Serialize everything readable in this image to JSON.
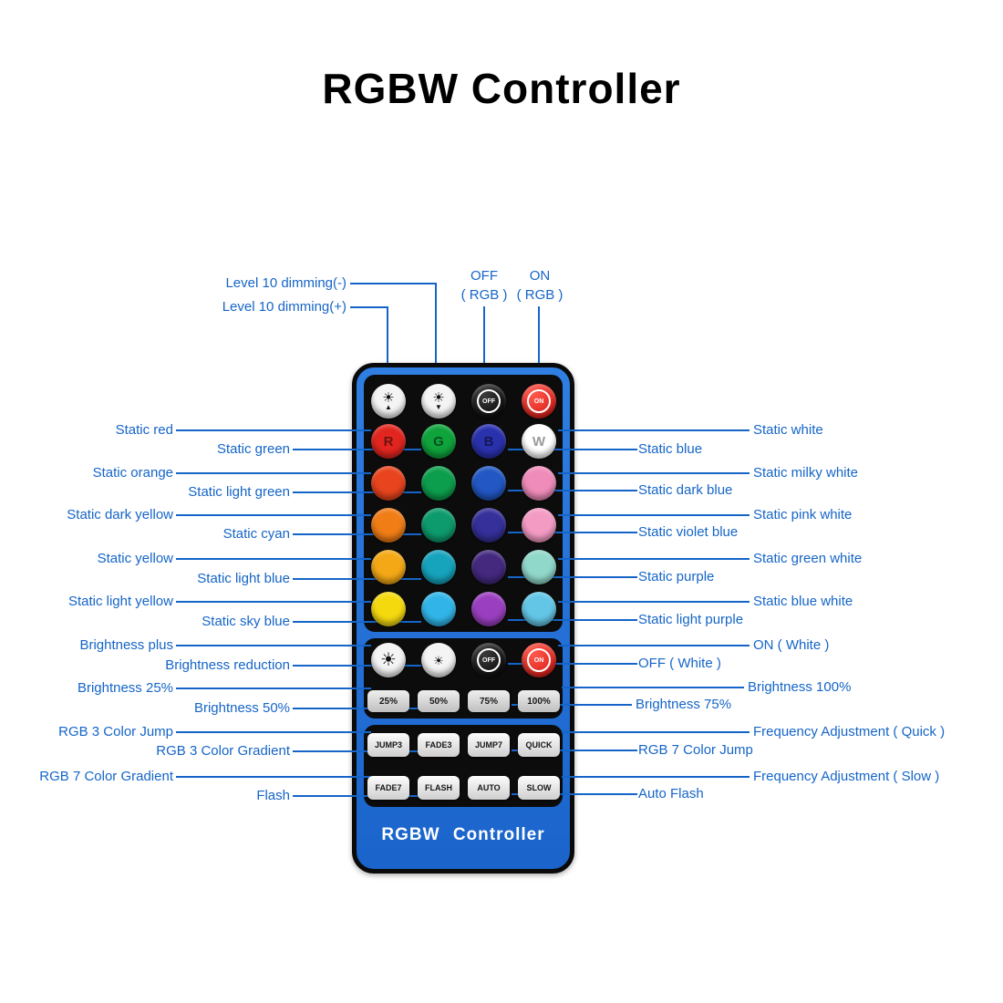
{
  "title": "RGBW Controller",
  "theme": {
    "callout_color": "#1565c8",
    "remote_body_color": "#1e6fd8",
    "panel_color": "#0d0d0d",
    "on_button_color": "#d40f0a"
  },
  "icons": {
    "sun": "☀",
    "arrow_up": "▲",
    "arrow_down": "▼"
  },
  "remote": {
    "brand": "RGBW Controller",
    "top_row": [
      {
        "icon": "sun-up-icon",
        "sun": "☀",
        "arrow": "▲"
      },
      {
        "icon": "sun-down-icon",
        "sun": "☀",
        "arrow": "▼"
      },
      {
        "label": "OFF"
      },
      {
        "label": "ON"
      }
    ],
    "color_rows": [
      [
        {
          "label": "R",
          "color": "#e2261f"
        },
        {
          "label": "G",
          "color": "#0fa33c"
        },
        {
          "label": "B",
          "color": "#2a31ad"
        },
        {
          "label": "W",
          "color": "#ffffff"
        }
      ],
      [
        {
          "color": "#e8441d"
        },
        {
          "color": "#0d9e4d"
        },
        {
          "color": "#2257c4"
        },
        {
          "color": "#f08cba"
        }
      ],
      [
        {
          "color": "#f07d16"
        },
        {
          "color": "#0d9a6c"
        },
        {
          "color": "#35309a"
        },
        {
          "color": "#f49bc4"
        }
      ],
      [
        {
          "color": "#f4a816"
        },
        {
          "color": "#16a3bc"
        },
        {
          "color": "#44297f"
        },
        {
          "color": "#90d8ca"
        }
      ],
      [
        {
          "color": "#f5d90f"
        },
        {
          "color": "#31b5e8"
        },
        {
          "color": "#9a3fc0"
        },
        {
          "color": "#64c6e6"
        }
      ]
    ],
    "white_row": [
      {
        "icon": "sun-big-icon",
        "sun": "☀"
      },
      {
        "icon": "sun-small-icon",
        "sun": "☀"
      },
      {
        "label": "OFF"
      },
      {
        "label": "ON"
      }
    ],
    "percent_row": [
      "25%",
      "50%",
      "75%",
      "100%"
    ],
    "mode_rows": [
      [
        "JUMP3",
        "FADE3",
        "JUMP7",
        "QUICK"
      ],
      [
        "FADE7",
        "FLASH",
        "AUTO",
        "SLOW"
      ]
    ]
  },
  "callouts": {
    "top": [
      {
        "label": "Level 10 dimming(-)"
      },
      {
        "label": "Level 10 dimming(+)"
      },
      {
        "label": "OFF",
        "sub": "( RGB )"
      },
      {
        "label": "ON",
        "sub": "( RGB )"
      }
    ],
    "left": [
      "Static red",
      "Static green",
      "Static orange",
      "Static light green",
      "Static dark yellow",
      "Static cyan",
      "Static yellow",
      "Static light blue",
      "Static light yellow",
      "Static sky blue",
      "Brightness plus",
      "Brightness reduction",
      "Brightness 25%",
      "Brightness 50%",
      "RGB 3 Color Jump",
      "RGB 3 Color Gradient",
      "RGB 7 Color Gradient",
      "Flash"
    ],
    "right": [
      "Static white",
      "Static blue",
      "Static milky white",
      "Static dark blue",
      "Static pink white",
      "Static violet blue",
      "Static green white",
      "Static purple",
      "Static blue white",
      "Static light purple",
      "ON ( White )",
      "OFF ( White )",
      "Brightness 100%",
      "Brightness 75%",
      "Frequency Adjustment ( Quick )",
      "RGB 7 Color Jump",
      "Frequency Adjustment ( Slow )",
      "Auto Flash"
    ]
  }
}
